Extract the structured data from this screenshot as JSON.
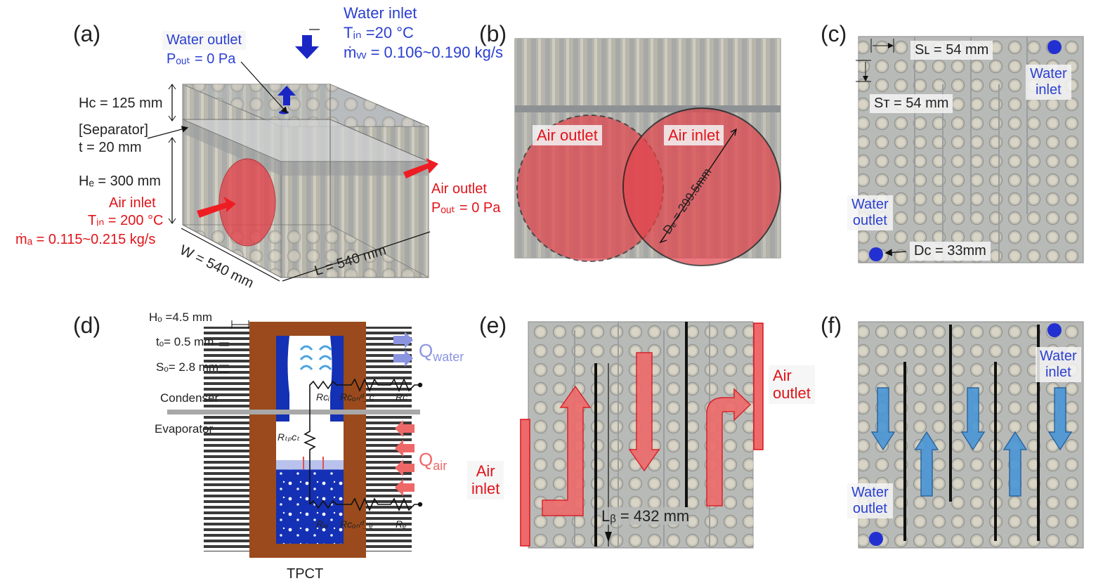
{
  "panels": {
    "a": {
      "letter": "(a)",
      "water_inlet": {
        "title": "Water inlet",
        "temp": "Tᵢₙ =20 °C",
        "flow": "ṁᵥᵥ = 0.106~0.190 kg/s"
      },
      "water_outlet": {
        "title": "Water outlet",
        "pressure": "Pₒᵤₜ = 0 Pa"
      },
      "hc": "Hᴄ = 125 mm",
      "separator": "[Separator]",
      "separator_t": "t = 20 mm",
      "he": "Hₑ = 300 mm",
      "air_inlet": {
        "title": "Air inlet",
        "temp": "Tᵢₙ = 200 °C",
        "flow": "ṁₐ = 0.115~0.215 kg/s"
      },
      "air_outlet": {
        "title": "Air outlet",
        "pressure": "Pₒᵤₜ = 0 Pa"
      },
      "w": "W = 540 mm",
      "l": "L = 540 mm"
    },
    "b": {
      "letter": "(b)",
      "air_outlet": "Air outlet",
      "air_inlet": "Air inlet",
      "de": "Dₑ = 299.5mm"
    },
    "c": {
      "letter": "(c)",
      "sl": "Sʟ = 54 mm",
      "st": "Sᴛ = 54 mm",
      "water_inlet": [
        "Water",
        "inlet"
      ],
      "water_outlet": [
        "Water",
        "outlet"
      ],
      "dc": "Dᴄ = 33mm"
    },
    "d": {
      "letter": "(d)",
      "hf": "Hₒ =4.5 mm",
      "tf": "tₒ= 0.5 mm",
      "sf": "Sₒ= 2.8 mm",
      "condenser": "Condenser",
      "evaporator": "Evaporator",
      "q_water": "Q",
      "q_water_sub": "water",
      "q_air": "Q",
      "q_air_sub": "air",
      "r_ci": "Rᴄᵢ",
      "r_cond_c": "Rᴄₒₙᵈ_ᴄ",
      "r_c": "Rᴄ",
      "r_tpct": "Rₜₚᴄₜ",
      "r_ei": "Rₑᵢ",
      "r_cond_e": "Rᴄₒₙᵈ_ₑ",
      "r_e": "Rₑ",
      "caption": "TPCT"
    },
    "e": {
      "letter": "(e)",
      "air_outlet": [
        "Air",
        "outlet"
      ],
      "air_inlet": [
        "Air",
        "inlet"
      ],
      "lb": "Lᵦ = 432 mm"
    },
    "f": {
      "letter": "(f)",
      "water_inlet": [
        "Water",
        "inlet"
      ],
      "water_outlet": [
        "Water",
        "outlet"
      ]
    }
  },
  "colors": {
    "blue_label": "#2b3fd1",
    "red_label": "#e0141a",
    "air_fill": "#e2454d",
    "water_arrow": "#3a86c8",
    "tpct_wall": "#9a4a1c",
    "water_fill": "#1430b4"
  }
}
